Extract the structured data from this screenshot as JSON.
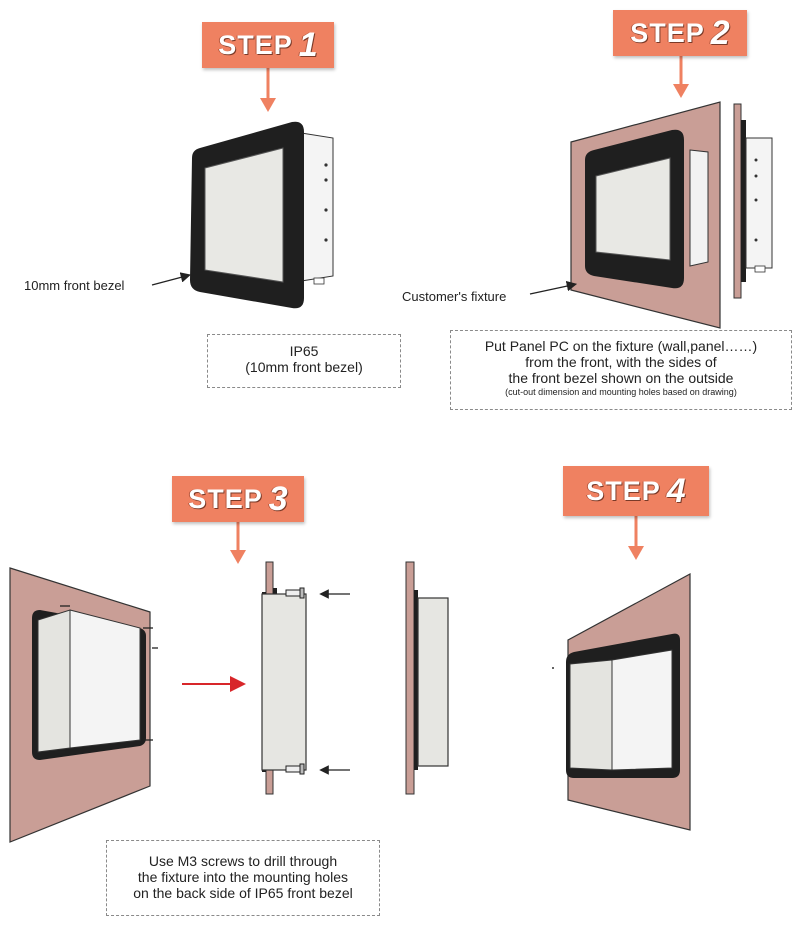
{
  "steps": [
    {
      "word": "STEP",
      "number": "1"
    },
    {
      "word": "STEP",
      "number": "2"
    },
    {
      "word": "STEP",
      "number": "3"
    },
    {
      "word": "STEP",
      "number": "4"
    }
  ],
  "labels": {
    "front_bezel": "10mm front bezel",
    "customer_fixture": "Customer's fixture"
  },
  "notes": {
    "step1": {
      "line1": "IP65",
      "line2": "(10mm  front bezel)"
    },
    "step2": {
      "line1": "Put Panel PC on the fixture (wall,panel……)",
      "line2": "from the front,  with the sides of",
      "line3": "the front bezel shown on the outside",
      "line4": "(cut-out dimension and mounting holes based on drawing)"
    },
    "step3": {
      "line1": "Use  M3 screws to drill through",
      "line2": "the fixture into the mounting holes",
      "line3": "on the back side of IP65 front bezel"
    }
  },
  "colors": {
    "badge": "#ef8161",
    "fixture": "#c99e96",
    "bezel": "#222222",
    "screen": "#e6e6e2",
    "red_arrow": "#d8262a"
  }
}
